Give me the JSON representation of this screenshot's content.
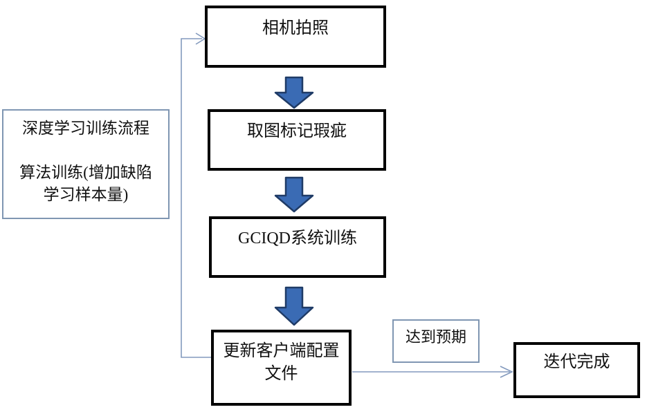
{
  "diagram": {
    "nodes": {
      "camera": {
        "label": "相机拍照"
      },
      "mark": {
        "label": "取图标记瑕疵"
      },
      "gciqd": {
        "label": "GCIQD系统训练"
      },
      "update": {
        "label": "更新客户端配置\n文件"
      },
      "note": {
        "label": "深度学习训练流程\n\n算法训练(增加缺陷\n学习样本量)"
      },
      "condition": {
        "label": "达到预期"
      },
      "done": {
        "label": "迭代完成"
      }
    },
    "edges": {
      "feedback_loop": "update -> camera",
      "flow_1": "camera -> mark",
      "flow_2": "mark -> gciqd",
      "flow_3": "gciqd -> update",
      "result": "update -> done"
    },
    "colors": {
      "box_border": "#000000",
      "note_border": "#7f96b2",
      "arrow_fill": "#3a6bb4",
      "arrow_stroke": "#1f3b66",
      "connector": "#8299bd"
    }
  }
}
